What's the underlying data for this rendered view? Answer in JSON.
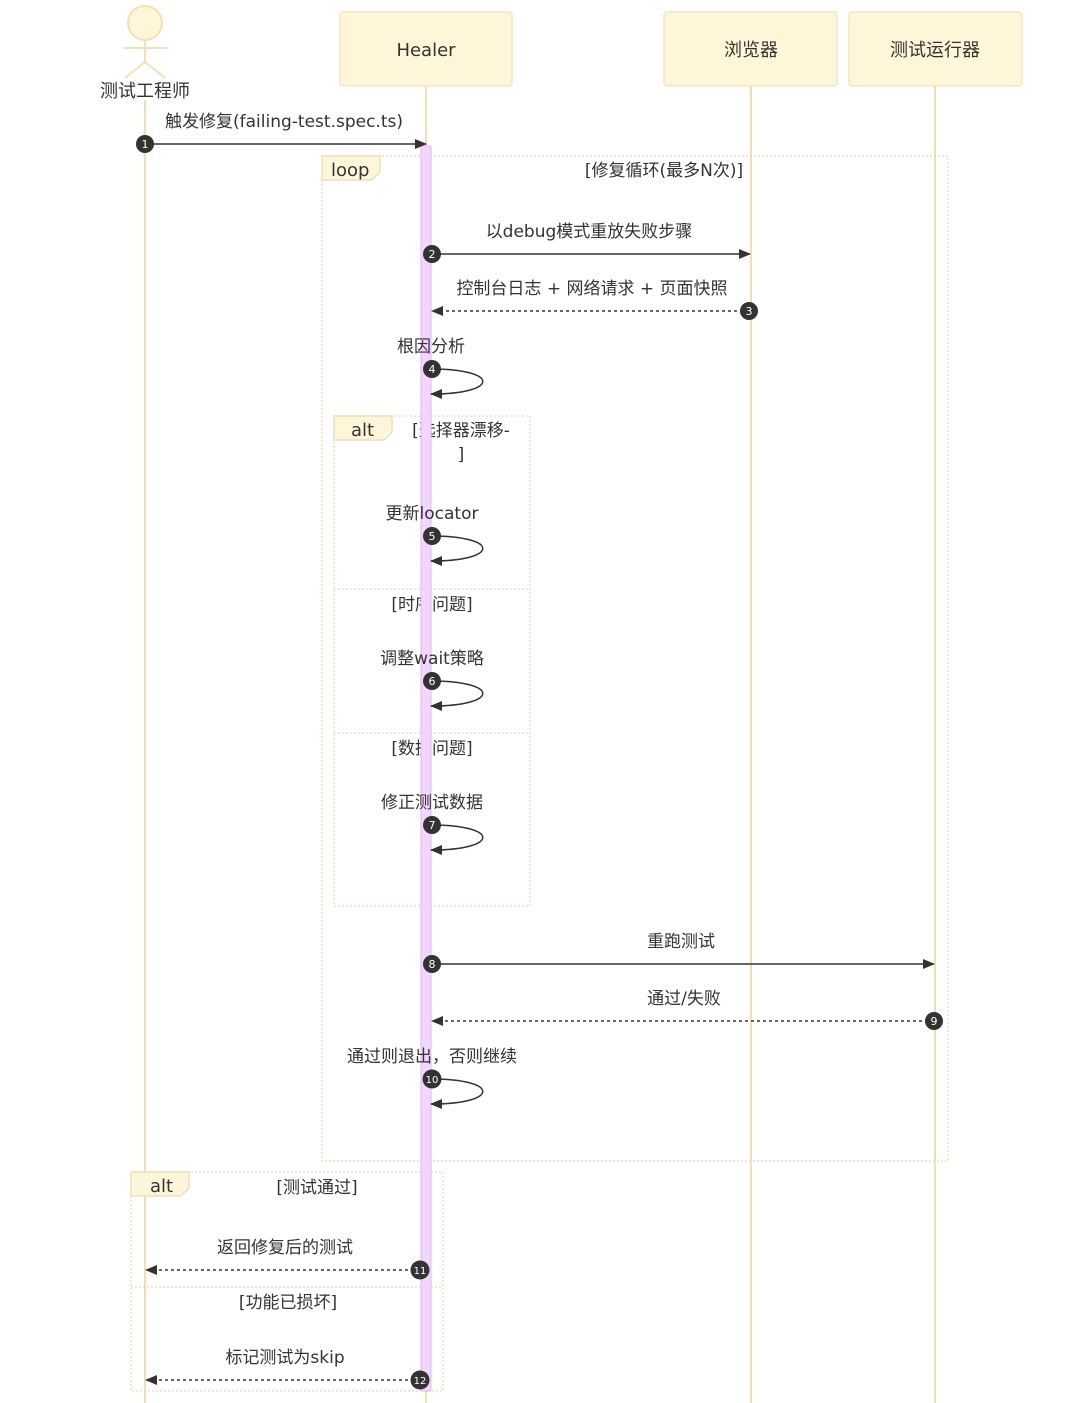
{
  "participants": {
    "engineer": "测试工程师",
    "healer": "Healer",
    "browser": "浏览器",
    "runner": "测试运行器"
  },
  "fragments": {
    "loop": {
      "keyword": "loop",
      "condition": "[修复循环(最多N次)]"
    },
    "alt_fix": {
      "keyword": "alt",
      "condition_line1": "[选择器漂移-",
      "condition_line2": "]",
      "else1": "[时序问题]",
      "else2": "[数据问题]"
    },
    "alt_result": {
      "keyword": "alt",
      "condition": "[测试通过]",
      "else1": "[功能已损坏]"
    }
  },
  "messages": [
    {
      "num": "1",
      "text": "触发修复(failing-test.spec.ts)"
    },
    {
      "num": "2",
      "text": "以debug模式重放失败步骤"
    },
    {
      "num": "3",
      "text": "控制台日志 + 网络请求 + 页面快照"
    },
    {
      "num": "4",
      "text": "根因分析"
    },
    {
      "num": "5",
      "text": "更新locator"
    },
    {
      "num": "6",
      "text": "调整wait策略"
    },
    {
      "num": "7",
      "text": "修正测试数据"
    },
    {
      "num": "8",
      "text": "重跑测试"
    },
    {
      "num": "9",
      "text": "通过/失败"
    },
    {
      "num": "10",
      "text": "通过则退出，否则继续"
    },
    {
      "num": "11",
      "text": "返回修复后的测试"
    },
    {
      "num": "12",
      "text": "标记测试为skip"
    }
  ]
}
